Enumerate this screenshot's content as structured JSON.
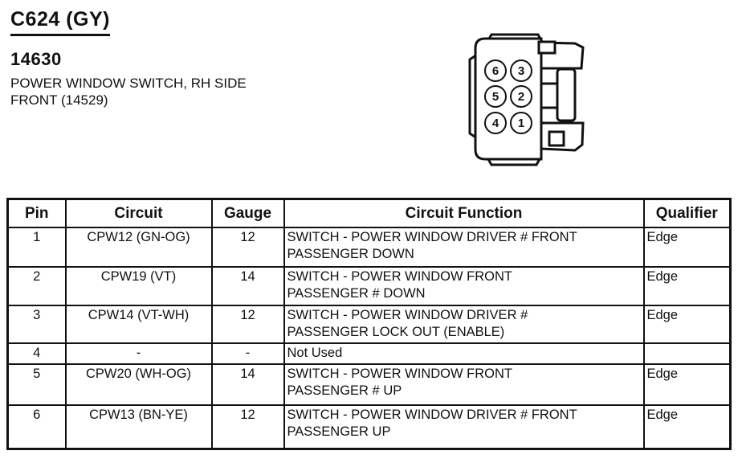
{
  "header": {
    "connector_id": "C624 (GY)",
    "part_number": "14630",
    "description_line1": "POWER WINDOW SWITCH, RH SIDE",
    "description_line2": "FRONT (14529)"
  },
  "connector_diagram": {
    "pins": [
      "6",
      "3",
      "5",
      "2",
      "4",
      "1"
    ]
  },
  "table": {
    "columns": [
      "Pin",
      "Circuit",
      "Gauge",
      "Circuit Function",
      "Qualifier"
    ],
    "rows": [
      {
        "pin": "1",
        "circuit": "CPW12 (GN-OG)",
        "gauge": "12",
        "function": "SWITCH - POWER WINDOW DRIVER # FRONT\nPASSENGER DOWN",
        "qualifier": "Edge"
      },
      {
        "pin": "2",
        "circuit": "CPW19 (VT)",
        "gauge": "14",
        "function": "SWITCH - POWER WINDOW FRONT\nPASSENGER # DOWN",
        "qualifier": "Edge"
      },
      {
        "pin": "3",
        "circuit": "CPW14 (VT-WH)",
        "gauge": "12",
        "function": "SWITCH - POWER WINDOW DRIVER #\nPASSENGER LOCK OUT (ENABLE)",
        "qualifier": "Edge"
      },
      {
        "pin": "4",
        "circuit": "-",
        "gauge": "-",
        "function": "Not Used",
        "qualifier": ""
      },
      {
        "pin": "5",
        "circuit": "CPW20 (WH-OG)",
        "gauge": "14",
        "function": "SWITCH - POWER WINDOW FRONT\nPASSENGER # UP",
        "qualifier": "Edge"
      },
      {
        "pin": "6",
        "circuit": "CPW13 (BN-YE)",
        "gauge": "12",
        "function": "SWITCH - POWER WINDOW DRIVER # FRONT\nPASSENGER UP",
        "qualifier": "Edge"
      }
    ]
  }
}
